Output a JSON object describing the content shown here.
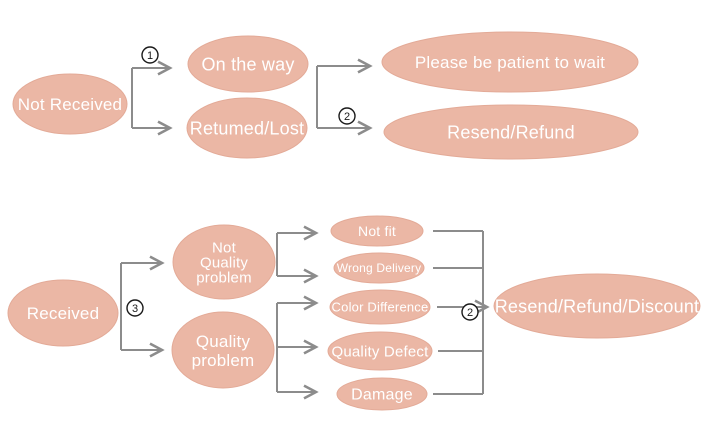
{
  "colors": {
    "node_fill": "#ebb7a5",
    "node_edge": "#e3aa97",
    "line": "#8c8c8c",
    "label_text": "#ffffff",
    "badge": "#1a1a1a",
    "background": "#ffffff"
  },
  "nodes": {
    "not_received": {
      "label": "Not Received"
    },
    "on_the_way": {
      "label": "On the way"
    },
    "returned_lost": {
      "label": "Retumed/Lost"
    },
    "please_be_patient": {
      "label": "Please be patient to wait"
    },
    "resend_refund": {
      "label": "Resend/Refund"
    },
    "received": {
      "label": "Received"
    },
    "not_quality_problem": {
      "lines": [
        "Not",
        "Quality",
        "problem"
      ]
    },
    "quality_problem": {
      "lines": [
        "Quality",
        "problem"
      ]
    },
    "not_fit": {
      "label": "Not fit"
    },
    "wrong_delivery": {
      "label": "Wrong Delivery"
    },
    "color_difference": {
      "label": "Color Difference"
    },
    "quality_defect": {
      "label": "Quality Defect"
    },
    "damage": {
      "label": "Damage"
    },
    "resend_refund_discount": {
      "label": "Resend/Refund/Discount"
    }
  },
  "badges": {
    "step1": "1",
    "step2_top": "2",
    "step3": "3",
    "step2_bottom": "2"
  }
}
